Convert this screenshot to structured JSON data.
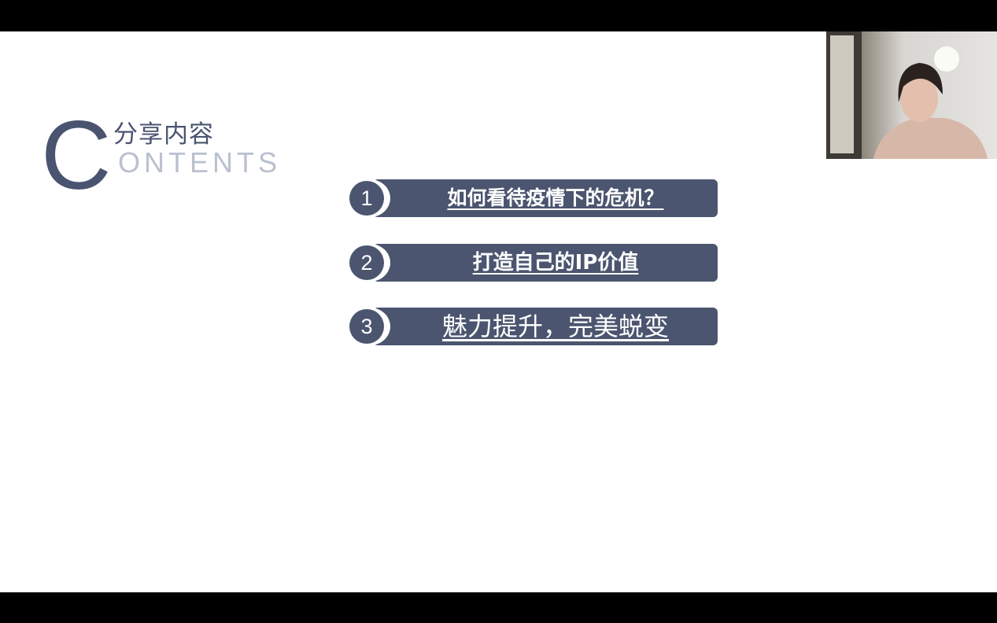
{
  "slide": {
    "title_letter": "C",
    "title_zh": "分享内容",
    "title_en": "ONTENTS",
    "items": [
      {
        "number": "1",
        "label": "如何看待疫情下的危机？"
      },
      {
        "number": "2",
        "label": "打造自己的IP价值"
      },
      {
        "number": "3",
        "label": "魅力提升，完美蜕变"
      }
    ]
  },
  "colors": {
    "accent": "#4b556f",
    "subtitle": "#b9c0cf"
  }
}
